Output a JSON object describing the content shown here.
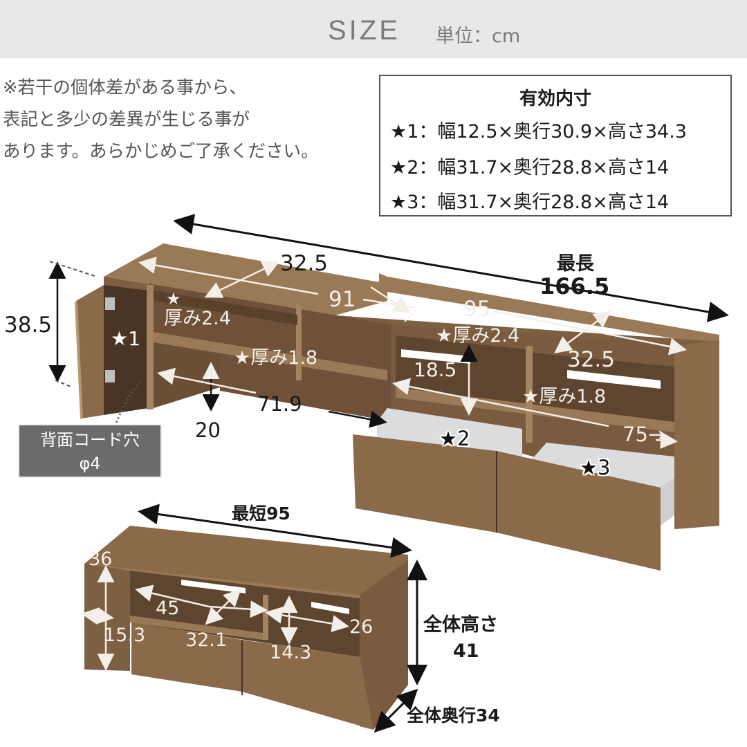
{
  "header": {
    "title": "SIZE",
    "unit": "単位：cm",
    "background": "#e8e8e8"
  },
  "note": {
    "lines": [
      "※若干の個体差がある事から、",
      "表記と多少の差異が生じる事が",
      "あります。あらかじめご了承ください。"
    ]
  },
  "effective_inner_dimensions": {
    "title": "有効内寸",
    "rows": [
      {
        "label": "★1：幅12.5×奥行30.9×高さ34.3",
        "star": "★1",
        "width": 12.5,
        "depth": 30.9,
        "height": 34.3
      },
      {
        "label": "★2：幅31.7×奥行28.8×高さ14",
        "star": "★2",
        "width": 31.7,
        "depth": 28.8,
        "height": 14
      },
      {
        "label": "★3：幅31.7×奥行28.8×高さ14",
        "star": "★3",
        "width": 31.7,
        "depth": 28.8,
        "height": 14
      }
    ]
  },
  "extended_view": {
    "max_length_label": "最長",
    "max_length_value": "166.5",
    "dims": {
      "depth_left": "32.5",
      "top_left_width": "91",
      "top_right_width": "95",
      "depth_right": "32.5",
      "height_left": "38.5",
      "shelf_left_thickness": "★\n厚み2.4",
      "shelf_left_thickness_star": "★",
      "shelf_left_thickness_text": "厚み2.4",
      "shelf_left_mid_thickness": "★厚み1.8",
      "shelf_right_thickness": "★厚み2.4",
      "shelf_right_mid_thickness": "★厚み1.8",
      "compartment_height": "18.5",
      "lower_width_left": "71.9",
      "lower_width_right": "75→",
      "leg_height": "20",
      "door_compartment": "★1",
      "drawer_left": "★2",
      "drawer_right": "★3"
    },
    "cord_hole": {
      "label": "背面コード穴",
      "value": "φ4"
    }
  },
  "compact_view": {
    "min_length": "最短95",
    "side_width": "36",
    "side_height": "15.3",
    "open_width": "45",
    "open_depth": "32.1",
    "right_opening_width": "26",
    "right_opening_height": "14.3",
    "total_height_label": "全体高さ",
    "total_height_value": "41",
    "total_depth": "全体奥行34"
  },
  "colors": {
    "wood": "#8a6a48",
    "wood_dark": "#5e4530",
    "wood_light": "#a0805c",
    "drawer_interior": "#dcdcdc",
    "frame_border": "#555555",
    "cord_box_bg": "#6b6b6b"
  }
}
